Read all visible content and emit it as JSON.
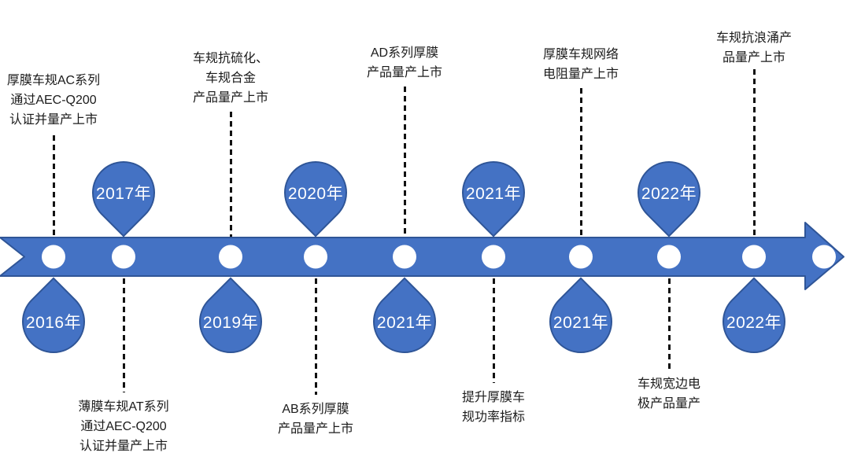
{
  "colors": {
    "primary": "#4472C4",
    "band_border": "#2F5597",
    "dot_fill": "#FFFFFF",
    "pin_text": "#FFFFFF",
    "label_text": "#1B1B1B",
    "connector": "#111111"
  },
  "timeline": {
    "events": [
      {
        "year": "2016年",
        "year_side": "bottom",
        "label": [
          "厚膜车规AC系列",
          "通过AEC-Q200",
          "认证并量产上市"
        ],
        "label_side": "top"
      },
      {
        "year": "2017年",
        "year_side": "top",
        "label": [
          "薄膜车规AT系列",
          "通过AEC-Q200",
          "认证并量产上市"
        ],
        "label_side": "bottom"
      },
      {
        "year": "2019年",
        "year_side": "bottom",
        "label": [
          "车规抗硫化、",
          "车规合金",
          "产品量产上市"
        ],
        "label_side": "top"
      },
      {
        "year": "2020年",
        "year_side": "top",
        "label": [
          "AB系列厚膜",
          "产品量产上市"
        ],
        "label_side": "bottom"
      },
      {
        "year": "2021年",
        "year_side": "bottom",
        "label": [
          "AD系列厚膜",
          "产品量产上市"
        ],
        "label_side": "top"
      },
      {
        "year": "2021年",
        "year_side": "top",
        "label": [
          "提升厚膜车",
          "规功率指标"
        ],
        "label_side": "bottom"
      },
      {
        "year": "2021年",
        "year_side": "bottom",
        "label": [
          "厚膜车规网络",
          "电阻量产上市"
        ],
        "label_side": "top"
      },
      {
        "year": "2022年",
        "year_side": "top",
        "label": [
          "车规宽边电",
          "极产品量产"
        ],
        "label_side": "bottom"
      },
      {
        "year": "2022年",
        "year_side": "bottom",
        "label": [
          "车规抗浪涌产",
          "品量产上市"
        ],
        "label_side": "top"
      }
    ]
  }
}
